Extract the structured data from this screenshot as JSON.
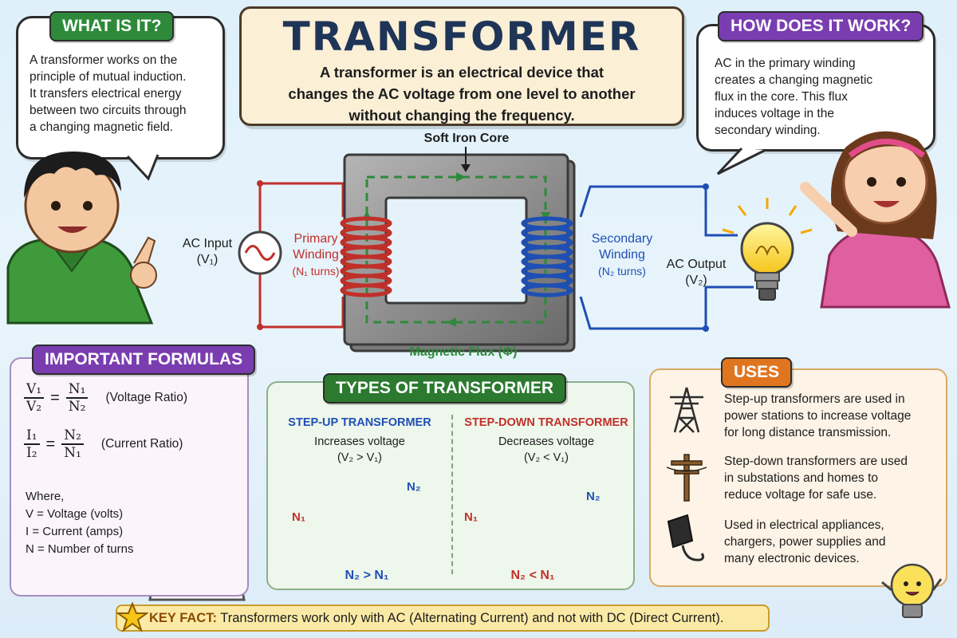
{
  "title": {
    "heading": "TRANSFORMER",
    "subtitle_line1": "A transformer is an electrical device that",
    "subtitle_line2": "changes the AC voltage from one level to another",
    "subtitle_line3": "without changing the frequency."
  },
  "what_is_it": {
    "tag": "WHAT IS IT?",
    "lines": [
      "A transformer works on the",
      "principle of mutual induction.",
      "It transfers electrical energy",
      "between two circuits through",
      "a changing magnetic field."
    ]
  },
  "how_it_works": {
    "tag": "HOW DOES IT WORK?",
    "lines": [
      "AC in the primary winding",
      "creates a changing magnetic",
      "flux in the core. This flux",
      "induces voltage in the",
      "secondary winding."
    ]
  },
  "diagram": {
    "core_label": "Soft Iron Core",
    "ac_input": "AC Input",
    "ac_input_sym": "(V₁)",
    "primary_1": "Primary",
    "primary_2": "Winding",
    "primary_3": "(N₁ turns)",
    "secondary_1": "Secondary",
    "secondary_2": "Winding",
    "secondary_3": "(N₂ turns)",
    "ac_output": "AC Output",
    "ac_output_sym": "(V₂)",
    "flux_label": "Magnetic Flux (Φ)"
  },
  "formulas": {
    "tag": "IMPORTANT FORMULAS",
    "v1": "V₁",
    "v2": "V₂",
    "n1": "N₁",
    "n2": "N₂",
    "i1": "I₁",
    "i2": "I₂",
    "eq": "=",
    "voltage_ratio": "(Voltage Ratio)",
    "current_ratio": "(Current Ratio)",
    "where": "Where,",
    "def_v": "V = Voltage (volts)",
    "def_i": "I = Current (amps)",
    "def_n": "N = Number of turns"
  },
  "types": {
    "tag": "TYPES OF TRANSFORMER",
    "step_up_title": "STEP-UP TRANSFORMER",
    "step_up_desc": "Increases voltage",
    "step_up_cond": "(V₂ > V₁)",
    "step_up_rel": "N₂ > N₁",
    "step_down_title": "STEP-DOWN TRANSFORMER",
    "step_down_desc": "Decreases voltage",
    "step_down_cond": "(V₂ < V₁)",
    "step_down_rel": "N₂ < N₁",
    "n1": "N₁",
    "n2": "N₂"
  },
  "uses": {
    "tag": "USES",
    "items": [
      {
        "icon": "transmission-tower-icon",
        "lines": [
          "Step-up transformers are used in",
          "power stations to increase voltage",
          "for long distance transmission."
        ]
      },
      {
        "icon": "utility-pole-icon",
        "lines": [
          "Step-down transformers are used",
          "in substations and homes to",
          "reduce voltage for safe use."
        ]
      },
      {
        "icon": "charger-icon",
        "lines": [
          "Used in electrical appliances,",
          "chargers, power supplies and",
          "many electronic devices."
        ]
      }
    ]
  },
  "key_fact": {
    "label": "KEY FACT:",
    "text": "Transformers work only with AC (Alternating Current) and not with DC (Direct Current)."
  },
  "colors": {
    "primary": "#c0302a",
    "secondary": "#1f4fb4",
    "flux": "#2e8a3a",
    "title": "#1f3557"
  }
}
